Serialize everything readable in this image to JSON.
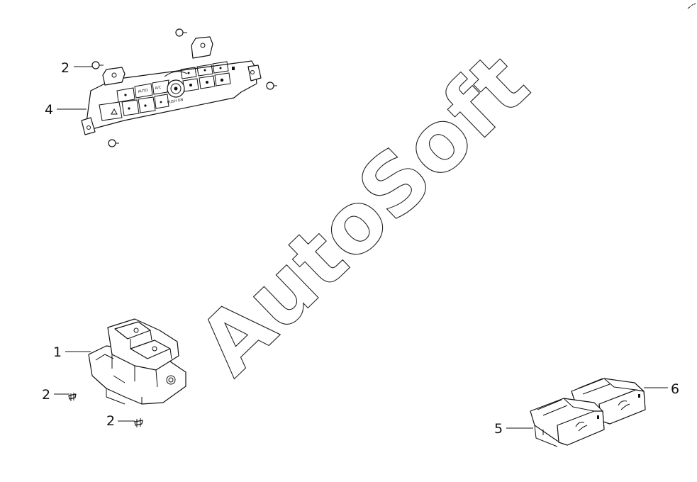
{
  "watermark": "AutoSoft",
  "callouts": [
    {
      "id": "callout-4",
      "label": "4"
    },
    {
      "id": "callout-2a",
      "label": "2"
    },
    {
      "id": "callout-1",
      "label": "1"
    },
    {
      "id": "callout-2b",
      "label": "2"
    },
    {
      "id": "callout-2c",
      "label": "2"
    },
    {
      "id": "callout-5",
      "label": "5"
    },
    {
      "id": "callout-6",
      "label": "6"
    }
  ],
  "panel_text": {
    "push_button": "PUSH ON",
    "auto_key": "AUTO",
    "ac_key": "A/C"
  }
}
